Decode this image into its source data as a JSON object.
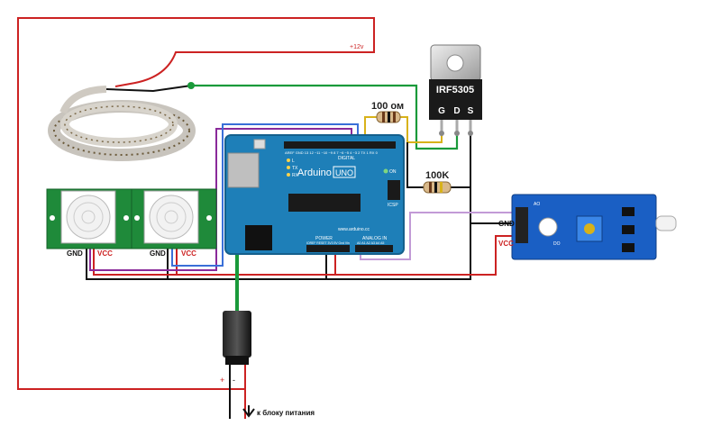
{
  "labels": {
    "plus12v": "+12v",
    "mosfet_part": "IRF5305",
    "pin_g": "G",
    "pin_d": "D",
    "pin_s": "S",
    "res1": "100 ом",
    "res2": "100K",
    "pir1_gnd": "GND",
    "pir1_vcc": "VCC",
    "pir2_gnd": "GND",
    "pir2_vcc": "VCC",
    "light_gnd": "GND",
    "light_vcc": "VCC",
    "plus": "+",
    "minus": "-",
    "psu": "к блоку питания",
    "arduino_brand": "Arduino",
    "arduino_model": "UNO",
    "arduino_digital": "DIGITAL",
    "arduino_power": "POWER",
    "arduino_analog": "ANALOG IN",
    "arduino_url": "www.arduino.cc",
    "arduino_on": "ON",
    "arduino_icsp": "ICSP",
    "arduino_l": "L",
    "arduino_tx": "TX",
    "arduino_rx": "RX",
    "power_pins": "IOREF RESET 3V3 5V Gnd Vin",
    "digital_pins": "AREF GND 13 12 ~11 ~10 ~9 8 7 ~6 ~5 4 ~3 2 TX 1 RX 0",
    "analog_pins": "A0 A1 A2 A3 A4 A5",
    "light_do": "DO",
    "light_ao": "AO"
  },
  "colors": {
    "red": "#cc2222",
    "green": "#1a9a3a",
    "black": "#111111",
    "blue": "#3a6fd8",
    "purple": "#8a2a9a",
    "lilac": "#c29ad6",
    "yellow": "#d8b21a",
    "arduino": "#1e7fb8",
    "sensor_board": "#1a5fc4",
    "pir_board": "#1f8a3a"
  }
}
